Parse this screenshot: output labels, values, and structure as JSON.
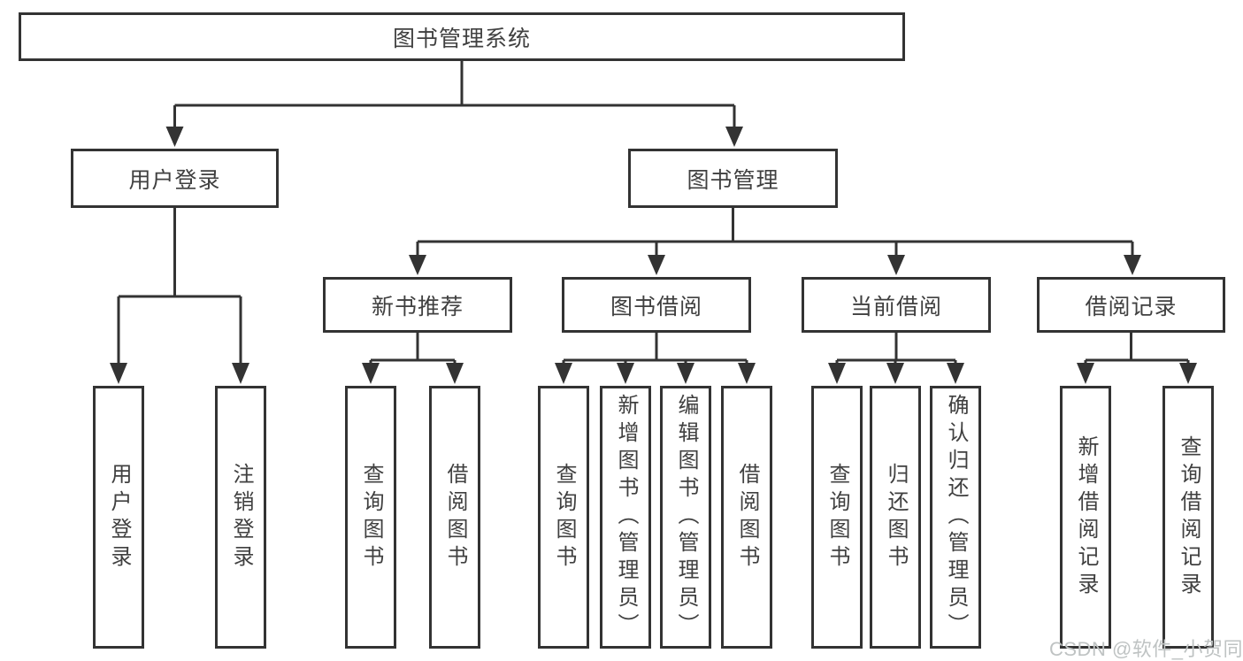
{
  "diagram_title": "图书管理系统",
  "tree": {
    "label": "图书管理系统",
    "children": [
      {
        "label": "用户登录",
        "children": [
          {
            "label": "用户登录"
          },
          {
            "label": "注销登录"
          }
        ]
      },
      {
        "label": "图书管理",
        "children": [
          {
            "label": "新书推荐",
            "children": [
              {
                "label": "查询图书"
              },
              {
                "label": "借阅图书"
              }
            ]
          },
          {
            "label": "图书借阅",
            "children": [
              {
                "label": "查询图书"
              },
              {
                "label": "新增图书（管理员）"
              },
              {
                "label": "编辑图书（管理员）"
              },
              {
                "label": "借阅图书"
              }
            ]
          },
          {
            "label": "当前借阅",
            "children": [
              {
                "label": "查询图书"
              },
              {
                "label": "归还图书"
              },
              {
                "label": "确认归还（管理员）"
              }
            ]
          },
          {
            "label": "借阅记录",
            "children": [
              {
                "label": "新增借阅记录"
              },
              {
                "label": "查询借阅记录"
              }
            ]
          }
        ]
      }
    ]
  },
  "watermark": "CSDN @软件_小贺同学",
  "colors": {
    "line": "#333333",
    "text": "#404040",
    "background": "#ffffff",
    "watermark": "#bfc3c3"
  }
}
